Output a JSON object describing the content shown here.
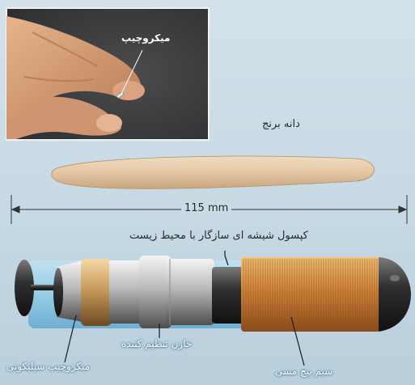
{
  "labels": {
    "microchip": "میکروچیپ",
    "rice_grain": "دانه برنج",
    "length": "115 mm",
    "glass_capsule": "کپسول شیشه ای سازگار با محیط زیست",
    "capacitor": "خازن تنظیم کننده",
    "silicon_microchip": "میکروچیپ سیلیکونی",
    "copper_coil": "سیم پیچ مسی"
  },
  "colors": {
    "background": "#c9dbe6",
    "inset_background": "#3b3d3e",
    "skin": "#d9a27a",
    "rice": "#e2c6a3",
    "copper": "#d28a3a",
    "metal": "#c9c9c9",
    "cap": "#2b2b2b"
  }
}
